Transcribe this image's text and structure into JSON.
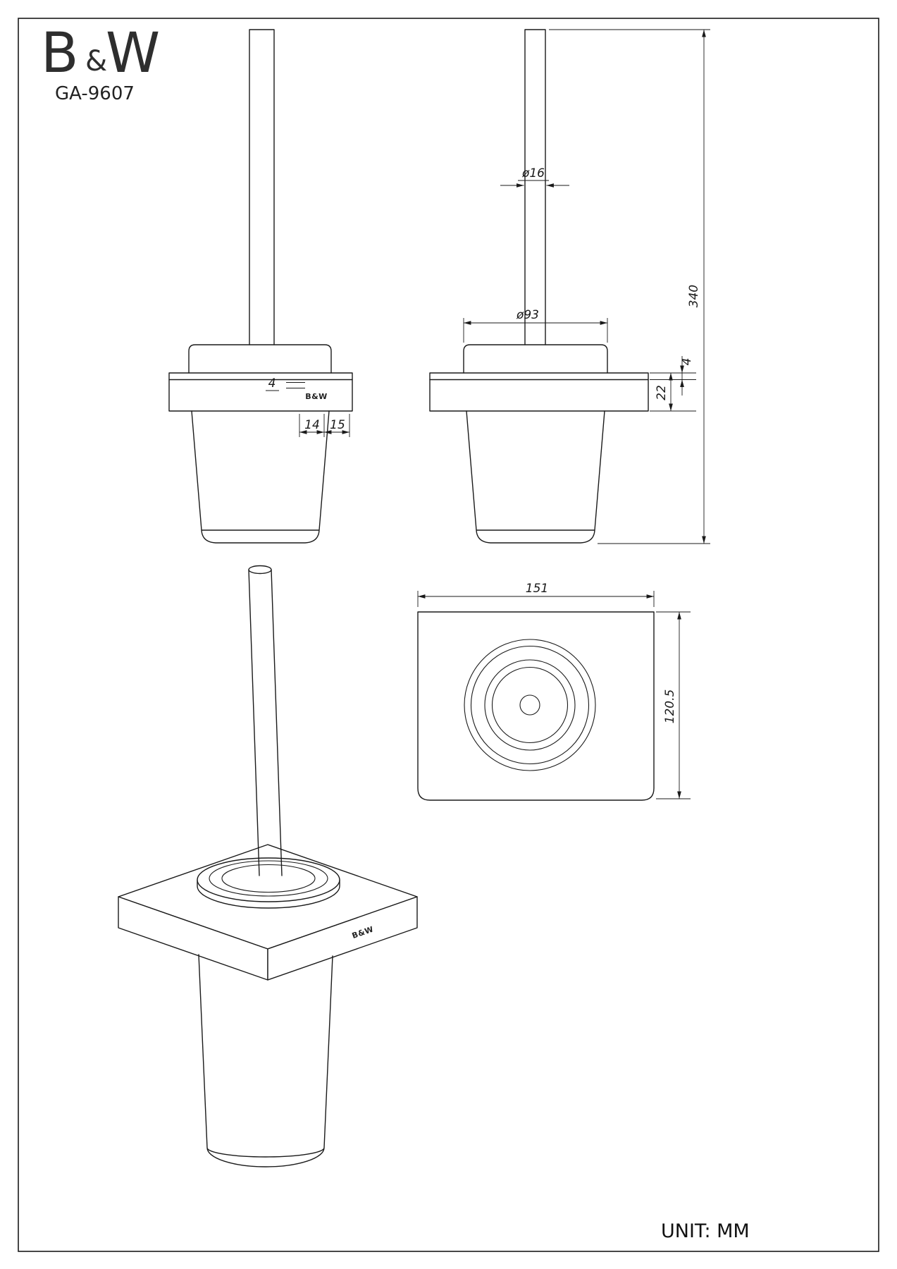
{
  "meta": {
    "model": "GA-9607",
    "unit_label": "UNIT: MM"
  },
  "logo": {
    "b": "B",
    "amp": "&",
    "w": "W"
  },
  "front_view": {
    "dim_lip": "4",
    "dim_inner_offset": "14",
    "dim_outer_offset": "15",
    "plate_logo": "B&W"
  },
  "side_view": {
    "dim_rod_diameter": "ø16",
    "dim_collar_diameter": "ø93",
    "dim_total_height": "340",
    "dim_plate_thickness": "22",
    "dim_lip_thickness": "4"
  },
  "top_view": {
    "dim_width": "151",
    "dim_depth": "120.5"
  },
  "iso_view": {
    "plate_logo": "B&W"
  }
}
